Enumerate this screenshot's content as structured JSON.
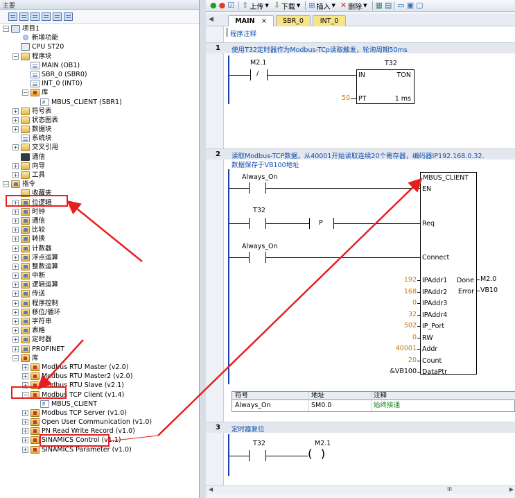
{
  "left_panel": {
    "title": "主要",
    "tree": [
      {
        "label": "项目1",
        "level": 0,
        "expander": "minus",
        "icon": "project-icon"
      },
      {
        "label": "新增功能",
        "level": 1,
        "expander": "",
        "icon": "wand-icon"
      },
      {
        "label": "CPU ST20",
        "level": 1,
        "expander": "",
        "icon": "cpu-icon"
      },
      {
        "label": "程序块",
        "level": 1,
        "expander": "minus",
        "icon": "folder-icon"
      },
      {
        "label": "MAIN (OB1)",
        "level": 2,
        "expander": "",
        "icon": "page-icon"
      },
      {
        "label": "SBR_0 (SBR0)",
        "level": 2,
        "expander": "",
        "icon": "page-icon"
      },
      {
        "label": "INT_0 (INT0)",
        "level": 2,
        "expander": "",
        "icon": "page-icon"
      },
      {
        "label": "库",
        "level": 2,
        "expander": "minus",
        "icon": "library-icon"
      },
      {
        "label": "MBUS_CLIENT (SBR1)",
        "level": 3,
        "expander": "",
        "icon": "block-icon"
      },
      {
        "label": "符号表",
        "level": 1,
        "expander": "plus",
        "icon": "folder-icon"
      },
      {
        "label": "状态图表",
        "level": 1,
        "expander": "plus",
        "icon": "folder-icon"
      },
      {
        "label": "数据块",
        "level": 1,
        "expander": "plus",
        "icon": "folder-icon"
      },
      {
        "label": "系统块",
        "level": 1,
        "expander": "",
        "icon": "page-icon"
      },
      {
        "label": "交叉引用",
        "level": 1,
        "expander": "plus",
        "icon": "folder-icon"
      },
      {
        "label": "通信",
        "level": 1,
        "expander": "",
        "icon": "comm-icon"
      },
      {
        "label": "向导",
        "level": 1,
        "expander": "plus",
        "icon": "folder-icon"
      },
      {
        "label": "工具",
        "level": 1,
        "expander": "plus",
        "icon": "folder-icon"
      },
      {
        "label": "指令",
        "level": 0,
        "expander": "minus",
        "icon": "instruction-icon"
      },
      {
        "label": "收藏夹",
        "level": 1,
        "expander": "",
        "icon": "folder-icon"
      },
      {
        "label": "位逻辑",
        "level": 1,
        "expander": "plus",
        "icon": "instruction-icon"
      },
      {
        "label": "时钟",
        "level": 1,
        "expander": "plus",
        "icon": "instruction-icon"
      },
      {
        "label": "通信",
        "level": 1,
        "expander": "plus",
        "icon": "instruction-icon"
      },
      {
        "label": "比较",
        "level": 1,
        "expander": "plus",
        "icon": "instruction-icon"
      },
      {
        "label": "转换",
        "level": 1,
        "expander": "plus",
        "icon": "instruction-icon"
      },
      {
        "label": "计数器",
        "level": 1,
        "expander": "plus",
        "icon": "instruction-icon"
      },
      {
        "label": "浮点运算",
        "level": 1,
        "expander": "plus",
        "icon": "instruction-icon"
      },
      {
        "label": "整数运算",
        "level": 1,
        "expander": "plus",
        "icon": "instruction-icon"
      },
      {
        "label": "中断",
        "level": 1,
        "expander": "plus",
        "icon": "instruction-icon"
      },
      {
        "label": "逻辑运算",
        "level": 1,
        "expander": "plus",
        "icon": "instruction-icon"
      },
      {
        "label": "传送",
        "level": 1,
        "expander": "plus",
        "icon": "instruction-icon"
      },
      {
        "label": "程序控制",
        "level": 1,
        "expander": "plus",
        "icon": "instruction-icon"
      },
      {
        "label": "移位/循环",
        "level": 1,
        "expander": "plus",
        "icon": "instruction-icon"
      },
      {
        "label": "字符串",
        "level": 1,
        "expander": "plus",
        "icon": "instruction-icon"
      },
      {
        "label": "表格",
        "level": 1,
        "expander": "plus",
        "icon": "instruction-icon"
      },
      {
        "label": "定时器",
        "level": 1,
        "expander": "plus",
        "icon": "instruction-icon"
      },
      {
        "label": "PROFINET",
        "level": 1,
        "expander": "plus",
        "icon": "instruction-icon"
      },
      {
        "label": "库",
        "level": 1,
        "expander": "minus",
        "icon": "library-icon"
      },
      {
        "label": "Modbus RTU Master (v2.0)",
        "level": 2,
        "expander": "plus",
        "icon": "library-icon"
      },
      {
        "label": "Modbus RTU Master2 (v2.0)",
        "level": 2,
        "expander": "plus",
        "icon": "library-icon"
      },
      {
        "label": "Modbus RTU Slave (v2.1)",
        "level": 2,
        "expander": "plus",
        "icon": "library-icon"
      },
      {
        "label": "Modbus TCP Client (v1.4)",
        "level": 2,
        "expander": "minus",
        "icon": "library-icon"
      },
      {
        "label": "MBUS_CLIENT",
        "level": 3,
        "expander": "",
        "icon": "block-icon"
      },
      {
        "label": "Modbus TCP Server (v1.0)",
        "level": 2,
        "expander": "plus",
        "icon": "library-icon"
      },
      {
        "label": "Open User Communication (v1.0)",
        "level": 2,
        "expander": "plus",
        "icon": "library-icon"
      },
      {
        "label": "PN Read Write Record (v1.0)",
        "level": 2,
        "expander": "plus",
        "icon": "library-icon"
      },
      {
        "label": "SINAMICS Control (v1.1)",
        "level": 2,
        "expander": "plus",
        "icon": "library-icon"
      },
      {
        "label": "SINAMICS Parameter (v1.0)",
        "level": 2,
        "expander": "plus",
        "icon": "library-icon"
      }
    ]
  },
  "toolbar": {
    "upload": "上传",
    "download": "下载",
    "insert": "插入",
    "delete": "删除"
  },
  "tabs": [
    {
      "label": "MAIN",
      "close": "×",
      "active": true
    },
    {
      "label": "SBR_0",
      "close": "",
      "active": false
    },
    {
      "label": "INT_0",
      "close": "",
      "active": false
    }
  ],
  "editor": {
    "program_comment": "程序注释",
    "network1": {
      "number": "1",
      "comment": "使用T32定时器作为Modbus-TCp读取触发，轮询周期50ms",
      "contact_label": "M2.1",
      "contact_symbol": "/",
      "timer_name": "T32",
      "timer_type": "TON",
      "pin_in": "IN",
      "pin_pt": "PT",
      "pt_value": "50",
      "resolution": "1 ms"
    },
    "network2": {
      "number": "2",
      "comment_line1": "读取Modbus-TCP数据，从40001开始读取连续20个寄存器，编码器IP192.168.0.32.",
      "comment_line2": "数据保存于VB100地址",
      "contact1_label": "Always_On",
      "contact2_label": "T32",
      "p_label": "P",
      "contact3_label": "Always_On",
      "block_name": "MBUS_CLIENT",
      "pin_en": "EN",
      "pin_req": "Req",
      "pin_connect": "Connect",
      "inputs": [
        {
          "pin": "IPAddr1",
          "value": "192"
        },
        {
          "pin": "IPAddr2",
          "value": "168"
        },
        {
          "pin": "IPAddr3",
          "value": "0"
        },
        {
          "pin": "IPAddr4",
          "value": "32"
        },
        {
          "pin": "IP_Port",
          "value": "502"
        },
        {
          "pin": "RW",
          "value": "0"
        },
        {
          "pin": "Addr",
          "value": "40001"
        },
        {
          "pin": "Count",
          "value": "20"
        },
        {
          "pin": "DataPtr",
          "value": "&VB100"
        }
      ],
      "outputs": [
        {
          "pin": "Done",
          "value": "M2.0"
        },
        {
          "pin": "Error",
          "value": "VB10"
        }
      ],
      "symbol_table": {
        "headers": [
          "符号",
          "地址",
          "注释"
        ],
        "rows": [
          [
            "Always_On",
            "SM0.0",
            "始终接通"
          ]
        ]
      }
    },
    "network3": {
      "number": "3",
      "comment": "定时器复位",
      "contact_label": "T32",
      "coil_label": "M2.1"
    }
  },
  "scrollbar": {
    "mark": "III"
  }
}
